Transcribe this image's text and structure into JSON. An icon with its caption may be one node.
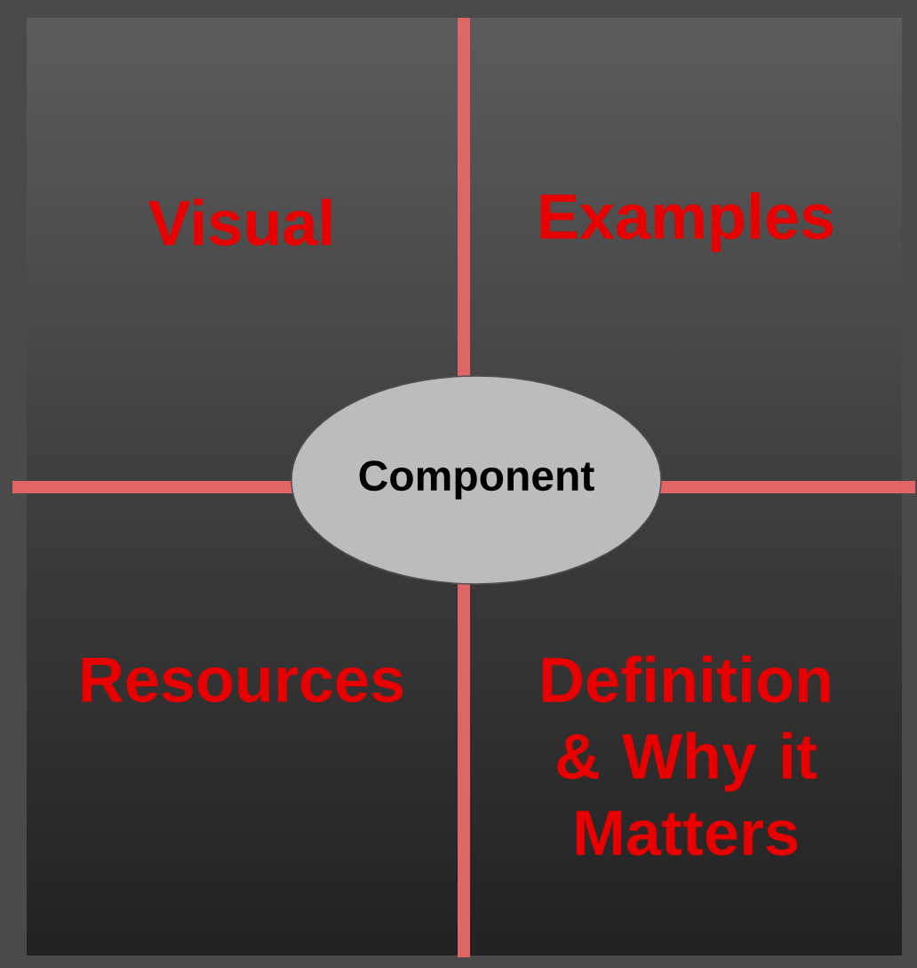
{
  "diagram": {
    "nodes": [
      {
        "text": [
          "Component"
        ]
      }
    ],
    "labels": [
      "Visual",
      "Examples",
      "Resources",
      "Definition & Why it Matters"
    ]
  }
}
